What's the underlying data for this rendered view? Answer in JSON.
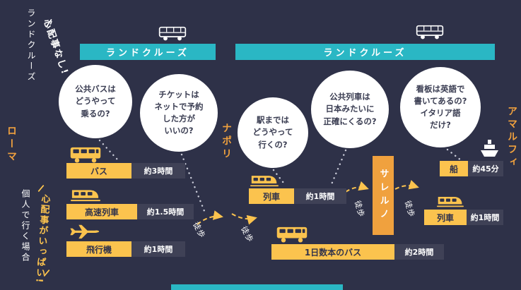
{
  "colors": {
    "background": "#2e3148",
    "teal": "#2ab7c4",
    "yellow": "#fbc34e",
    "orange": "#f0a13e",
    "dark_chip": "#3f4156",
    "bubble_text": "#3a3d52",
    "white": "#ffffff"
  },
  "top": {
    "cruise_vertical": "ランドクルーズ",
    "no_worries": "心配事なし!",
    "bars": [
      {
        "label": "ランドクルーズ",
        "icon": "bus"
      },
      {
        "label": "ランドクルーズ",
        "icon": "bus"
      }
    ]
  },
  "left_rail": {
    "individual": "個人で行く場合",
    "many_worries": "心配事がいっぱい!"
  },
  "cities": {
    "rome": "ローマ",
    "naples": "ナポリ",
    "salerno": "サレルノ",
    "amalfi": "アマルフィ"
  },
  "bubbles": [
    {
      "text": "公共バスは\nどうやって\n乗るの?"
    },
    {
      "text": "チケットは\nネットで予約\nした方が\nいいの?"
    },
    {
      "text": "駅までは\nどうやって\n行くの?"
    },
    {
      "text": "公共列車は\n日本みたいに\n正確にくるの?"
    },
    {
      "text": "看板は英語で\n書いてあるの?\nイタリア語\nだけ?"
    }
  ],
  "routes": {
    "rome": [
      {
        "mode": "バス",
        "time": "約3時間",
        "icon": "bus"
      },
      {
        "mode": "高速列車",
        "time": "約1.5時間",
        "icon": "train"
      },
      {
        "mode": "飛行機",
        "time": "約1時間",
        "icon": "plane"
      }
    ],
    "naples_train": {
      "mode": "列車",
      "time": "約1時間",
      "icon": "train"
    },
    "daily_bus": {
      "mode": "1日数本のバス",
      "time": "約2時間",
      "icon": "bus"
    },
    "ship": {
      "mode": "船",
      "time": "約45分",
      "icon": "ship"
    },
    "salerno_train": {
      "mode": "列車",
      "time": "約1時間",
      "icon": "train"
    }
  },
  "walk_label": "徒歩"
}
